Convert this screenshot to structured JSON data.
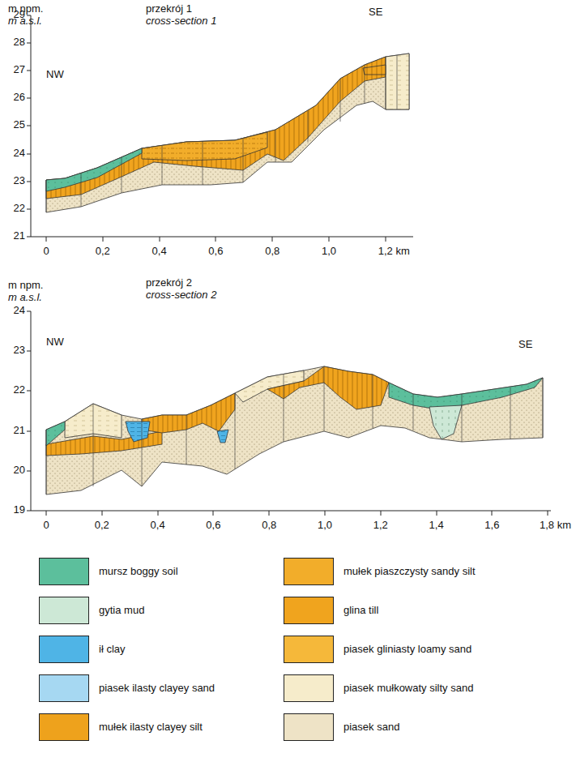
{
  "diagram": {
    "labels": [
      "m npm.",
      "m a.s.l.",
      "przekrój 1",
      "cross-section 1",
      "NW",
      "SE",
      "29",
      "28",
      "27",
      "26",
      "25",
      "24",
      "23",
      "22",
      "21",
      "0",
      "0,2",
      "0,4",
      "0,6",
      "0,8",
      "1,0",
      "1,2 km",
      "m npm.",
      "m a.s.l.",
      "przekrój 2",
      "cross-section 2",
      "NW",
      "SE",
      "24",
      "23",
      "22",
      "21",
      "20",
      "19",
      "0",
      "0,2",
      "0,4",
      "0,6",
      "0,8",
      "1,0",
      "1,2",
      "1,4",
      "1,6",
      "1,8 km"
    ],
    "legend": [
      {
        "text": "mursz boggy soil",
        "color": "#5cbf9c"
      },
      {
        "text": "gytia mud",
        "color": "#cde8d6"
      },
      {
        "text": "ił clay",
        "color": "#4fb4e6"
      },
      {
        "text": "piasek ilasty clayey sand",
        "color": "#a6d8f2"
      },
      {
        "text": "mułek ilasty clayey silt",
        "color": "#eea21c"
      },
      {
        "text": "mułek piaszczysty sandy silt",
        "color": "#f2ad2a"
      },
      {
        "text": "glina till",
        "color": "#f0a41e"
      },
      {
        "text": "piasek gliniasty loamy sand",
        "color": "#f5b83a"
      },
      {
        "text": "piasek mułkowaty silty sand",
        "color": "#f6eccb"
      },
      {
        "text": "piasek sand",
        "color": "#eee3c6"
      }
    ]
  }
}
